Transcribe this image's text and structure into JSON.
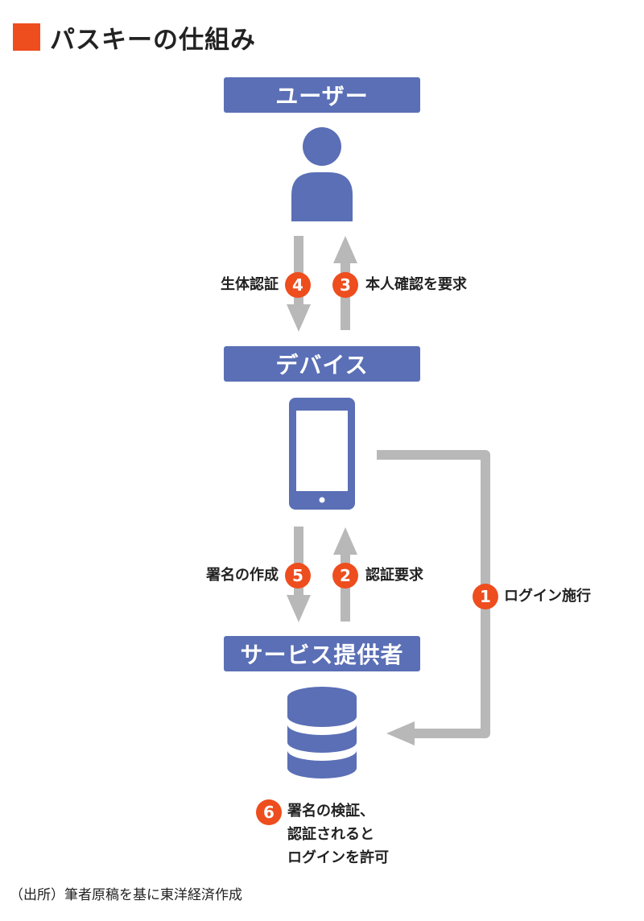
{
  "title": "パスキーの仕組み",
  "bands": {
    "user": "ユーザー",
    "device": "デバイス",
    "service": "サービス提供者"
  },
  "steps": [
    {
      "num": "1",
      "label": "ログイン施行"
    },
    {
      "num": "2",
      "label": "認証要求"
    },
    {
      "num": "3",
      "label": "本人確認を要求"
    },
    {
      "num": "4",
      "label": "生体認証"
    },
    {
      "num": "5",
      "label": "署名の作成"
    },
    {
      "num": "6",
      "lines": [
        "署名の検証、",
        "認証されると",
        "ログインを許可"
      ]
    }
  ],
  "source": "（出所）筆者原稿を基に東洋経済作成",
  "colors": {
    "accent": "#ee4d1e",
    "band": "#5a6fb5",
    "arrow": "#b8b8b8",
    "text": "#222222"
  },
  "icons": [
    "user-icon",
    "smartphone-icon",
    "database-icon"
  ]
}
